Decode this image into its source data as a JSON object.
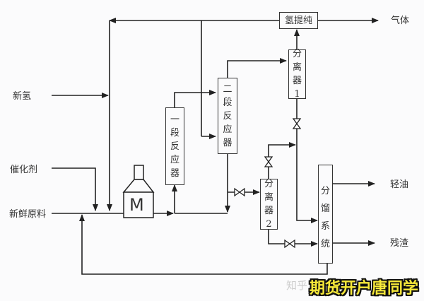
{
  "inputs": {
    "hydrogen": "新氢",
    "catalyst": "催化剂",
    "feed": "新鲜原料"
  },
  "outputs": {
    "gas": "气体",
    "light_oil": "轻油",
    "residue": "残渣"
  },
  "units": {
    "h2_purification": "氢提纯",
    "reactor1": [
      "一",
      "段",
      "反",
      "应",
      "器"
    ],
    "reactor2": [
      "二",
      "段",
      "反",
      "应",
      "器"
    ],
    "separator1": [
      "分",
      "离",
      "器",
      "1"
    ],
    "separator2": [
      "分",
      "离",
      "器",
      "2"
    ],
    "fractionation": [
      "分",
      "馏",
      "系",
      "统"
    ],
    "furnace_symbol": "M"
  },
  "watermark": {
    "source": "知乎",
    "text": "期货开户唐同学"
  }
}
